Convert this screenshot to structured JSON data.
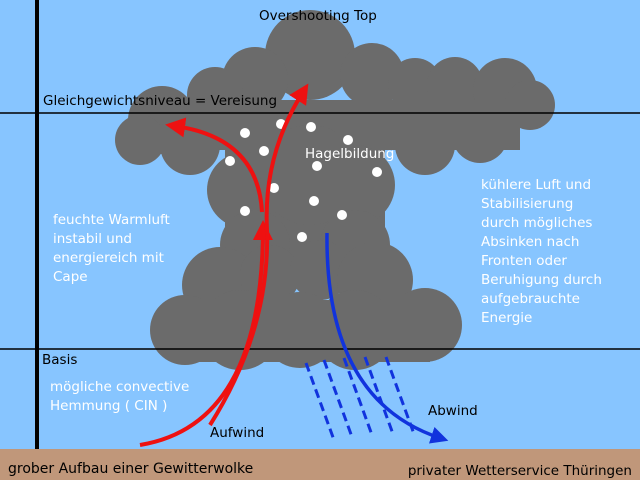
{
  "labels": {
    "overshooting_top": "Overshooting Top",
    "equilibrium_level": "Gleichgewichtsniveau = Vereisung",
    "hail_formation": "Hagelbildung",
    "base": "Basis",
    "warm_air": [
      "feuchte Warmluft",
      "instabil und",
      "energiereich mit",
      "Cape"
    ],
    "cin": [
      "mögliche convective",
      "Hemmung ( CIN )"
    ],
    "cool_air": [
      "kühlere Luft und",
      "Stabilisierung",
      "durch mögliches",
      "Absinken nach",
      "Fronten oder",
      "Beruhigung durch",
      "aufgebrauchte",
      "Energie"
    ],
    "updraft": "Aufwind",
    "downdraft": "Abwind"
  },
  "footer": {
    "left": "grober Aufbau einer Gewitterwolke",
    "right": "privater Wetterservice Thüringen"
  },
  "colors": {
    "sky": "#87c5ff",
    "ground": "#c0977a",
    "cloud": "#6b6b6b",
    "updraft": "#ee1111",
    "downdraft": "#1133dd"
  }
}
